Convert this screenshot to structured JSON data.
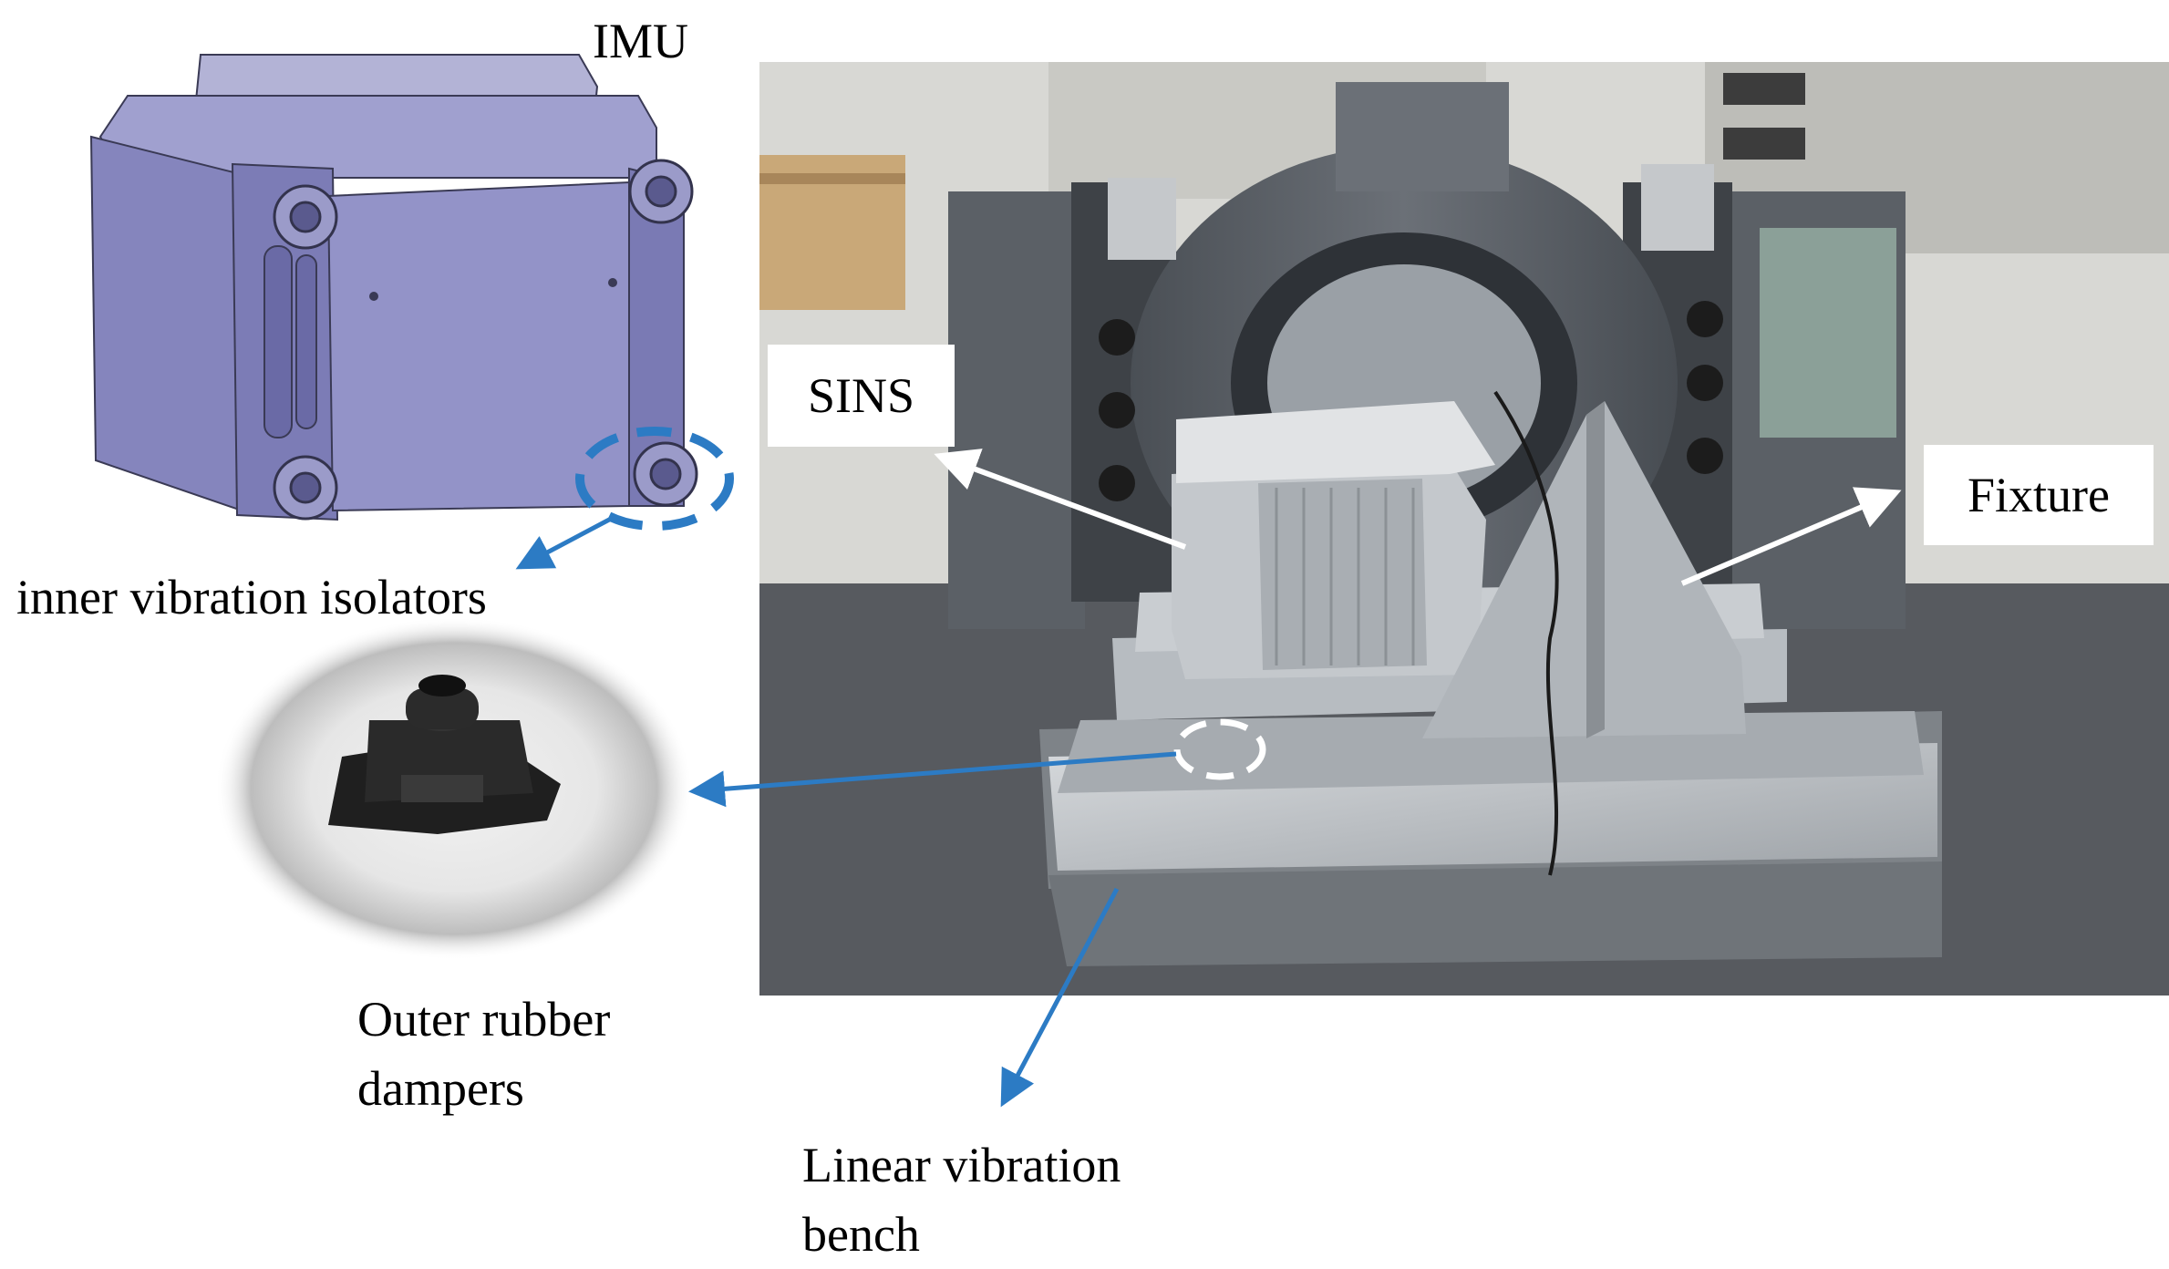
{
  "labels": {
    "imu": "IMU",
    "inner_isolators": "inner vibration isolators",
    "outer_dampers": [
      "Outer rubber",
      "dampers"
    ],
    "sins": "SINS",
    "fixture": "Fixture",
    "bench": [
      "Linear vibration",
      "bench"
    ]
  },
  "colors": {
    "callout_arrow": "#2c7bc4",
    "photo_arrow": "#ffffff",
    "imu_body": "#8f8fc6",
    "imu_body_dark": "#6e6ea8",
    "metal": "#b8bcc0",
    "machine": "#5a5f64",
    "floor": "#4d5055",
    "background_wall": "#d8d8d4"
  }
}
